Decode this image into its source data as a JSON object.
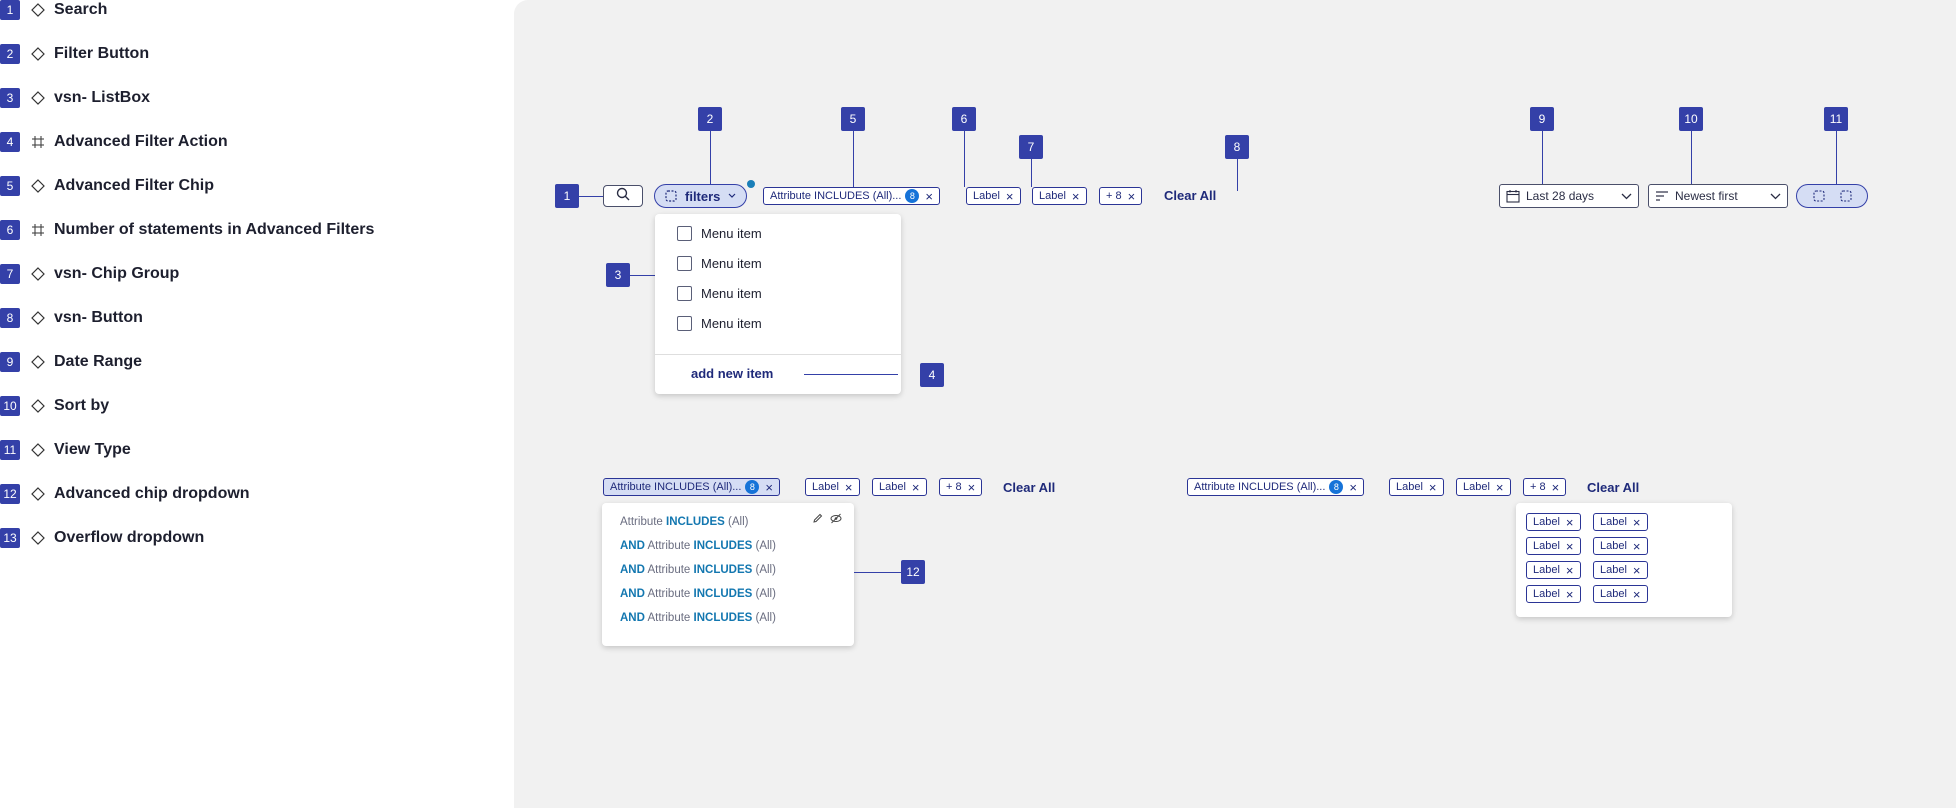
{
  "legend": [
    {
      "num": "1",
      "icon": "diamond-icon",
      "label": "Search"
    },
    {
      "num": "2",
      "icon": "diamond-icon",
      "label": "Filter Button"
    },
    {
      "num": "3",
      "icon": "diamond-icon",
      "label": "vsn- ListBox"
    },
    {
      "num": "4",
      "icon": "frame-icon",
      "label": "Advanced Filter Action"
    },
    {
      "num": "5",
      "icon": "diamond-icon",
      "label": "Advanced Filter Chip"
    },
    {
      "num": "6",
      "icon": "frame-icon",
      "label": "Number of statements in Advanced Filters"
    },
    {
      "num": "7",
      "icon": "diamond-icon",
      "label": "vsn- Chip Group"
    },
    {
      "num": "8",
      "icon": "diamond-icon",
      "label": "vsn- Button"
    },
    {
      "num": "9",
      "icon": "diamond-icon",
      "label": "Date Range"
    },
    {
      "num": "10",
      "icon": "diamond-icon",
      "label": "Sort by"
    },
    {
      "num": "11",
      "icon": "diamond-icon",
      "label": "View Type"
    },
    {
      "num": "12",
      "icon": "diamond-icon",
      "label": "Advanced chip dropdown"
    },
    {
      "num": "13",
      "icon": "diamond-icon",
      "label": "Overflow dropdown"
    }
  ],
  "markers": {
    "m1": "1",
    "m2": "2",
    "m3": "3",
    "m4": "4",
    "m5": "5",
    "m6": "6",
    "m7": "7",
    "m8": "8",
    "m9": "9",
    "m10": "10",
    "m11": "11",
    "m12": "12"
  },
  "toolbar": {
    "filters_label": "filters",
    "advanced_chip_label": "Attribute INCLUDES (All)...",
    "advanced_chip_count": "8",
    "chip_label": "Label",
    "overflow_label": "+ 8",
    "clear_all_label": "Clear All",
    "date_range_value": "Last 28 days",
    "sort_value": "Newest first"
  },
  "listbox": {
    "items": [
      "Menu item",
      "Menu item",
      "Menu item",
      "Menu item"
    ],
    "add_new_label": "add new item"
  },
  "advanced_dropdown": {
    "and_keyword": "AND",
    "attribute": "Attribute",
    "operator": "INCLUDES",
    "value": "(All)",
    "statement_count": 5
  },
  "overflow_dropdown": {
    "chips": [
      "Label",
      "Label",
      "Label",
      "Label",
      "Label",
      "Label",
      "Label",
      "Label"
    ]
  },
  "colors": {
    "accent": "#3440a8",
    "chip_selected": "#d5ddf4",
    "count_dot": "#1673d8",
    "keyword": "#1377b0",
    "canvas": "#f1f1f1"
  }
}
